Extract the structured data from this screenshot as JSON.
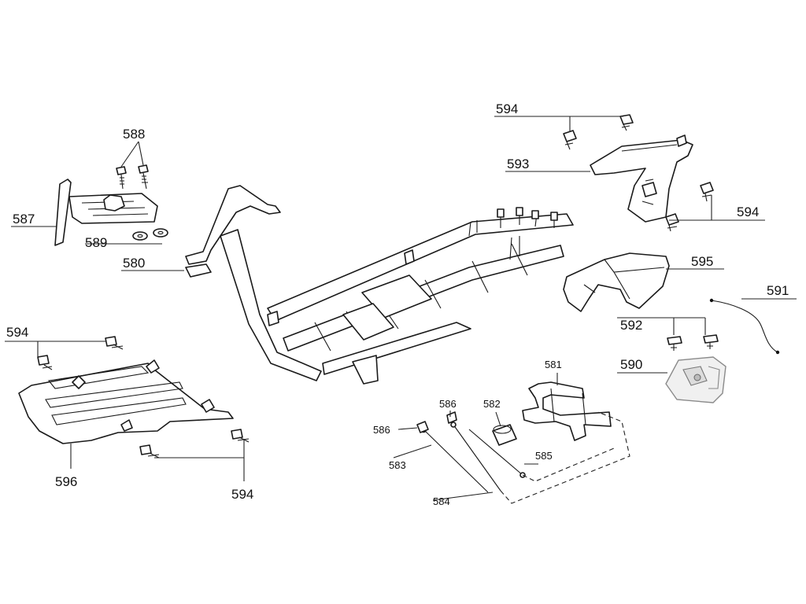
{
  "labels": {
    "p594_top": "594",
    "p593": "593",
    "p594_right": "594",
    "p595": "595",
    "p591": "591",
    "p592": "592",
    "p590": "590",
    "p588": "588",
    "p587": "587",
    "p589": "589",
    "p580": "580",
    "p594_left_top": "594",
    "p596": "596",
    "p594_left_bottom": "594",
    "p581": "581",
    "p582": "582",
    "p586_a": "586",
    "p586_b": "586",
    "p583": "583",
    "p585": "585",
    "p584": "584"
  }
}
